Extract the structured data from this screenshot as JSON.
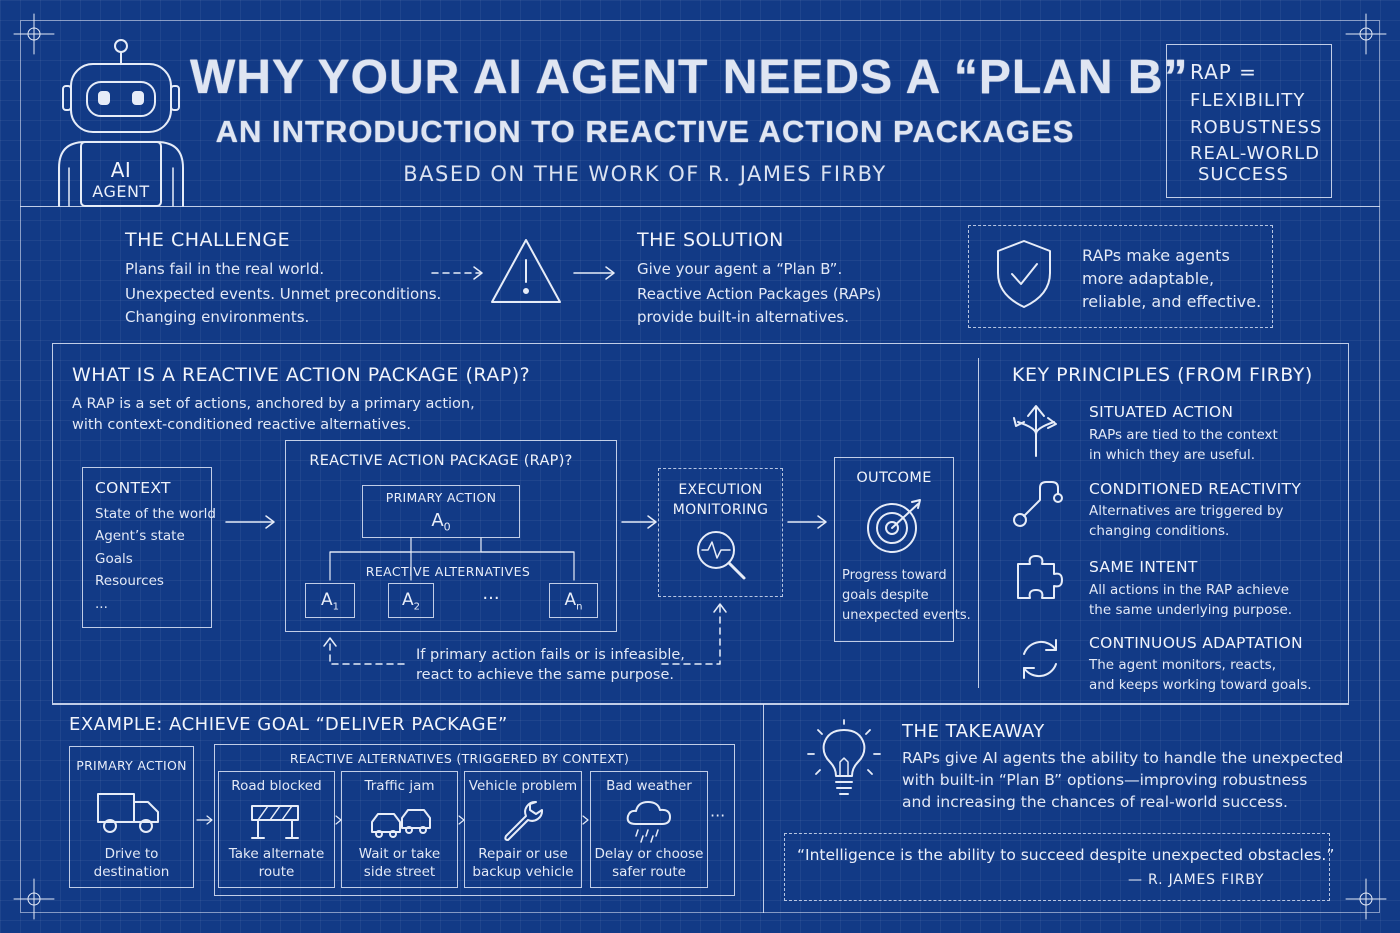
{
  "header": {
    "title": "WHY YOUR AI AGENT NEEDS A “PLAN B”",
    "subtitle": "AN INTRODUCTION TO REACTIVE ACTION PACKAGES",
    "byline": "BASED ON THE WORK OF R. JAMES FIRBY",
    "robot_label_1": "AI",
    "robot_label_2": "AGENT"
  },
  "rap_box": {
    "line1": "RAP =",
    "line2": "FLEXIBILITY",
    "line3": "ROBUSTNESS",
    "line4": "REAL-WORLD",
    "line5": "SUCCESS"
  },
  "challenge": {
    "heading": "THE CHALLENGE",
    "lines": [
      "Plans fail in the real world.",
      "Unexpected events. Unmet preconditions.",
      "Changing environments."
    ]
  },
  "solution": {
    "heading": "THE SOLUTION",
    "lines": [
      "Give your agent a “Plan B”.",
      "Reactive Action Packages (RAPs)",
      "provide built-in alternatives."
    ]
  },
  "benefit": {
    "lines": [
      "RAPs make agents",
      "more adaptable,",
      "reliable, and effective."
    ]
  },
  "what_is": {
    "heading": "WHAT IS A REACTIVE ACTION PACKAGE (RAP)?",
    "lines": [
      "A RAP is a set of actions, anchored by a primary action,",
      "with context-conditioned reactive alternatives."
    ]
  },
  "context": {
    "heading": "CONTEXT",
    "items": [
      "State of the world",
      "Agent’s state",
      "Goals",
      "Resources",
      "..."
    ]
  },
  "rap_diagram": {
    "heading": "REACTIVE ACTION PACKAGE (RAP)?",
    "primary_label": "PRIMARY ACTION",
    "primary_symbol": "A",
    "primary_sub": "0",
    "alternatives_label": "REACTIVE ALTERNATIVES",
    "alts": [
      {
        "symbol": "A",
        "sub": "1"
      },
      {
        "symbol": "A",
        "sub": "2"
      },
      {
        "symbol": "···",
        "sub": ""
      },
      {
        "symbol": "A",
        "sub": "n"
      }
    ]
  },
  "monitoring": {
    "line1": "EXECUTION",
    "line2": "MONITORING"
  },
  "outcome": {
    "heading": "OUTCOME",
    "lines": [
      "Progress toward",
      "goals despite",
      "unexpected events."
    ]
  },
  "feedback": {
    "lines": [
      "If primary action fails or is infeasible,",
      "react to achieve the same purpose."
    ]
  },
  "principles": {
    "heading": "KEY PRINCIPLES (FROM FIRBY)",
    "items": [
      {
        "title": "SITUATED ACTION",
        "lines": [
          "RAPs are tied to the context",
          "in which they are useful."
        ],
        "icon": "branching-arrows-icon"
      },
      {
        "title": "CONDITIONED REACTIVITY",
        "lines": [
          "Alternatives are triggered by",
          "changing conditions."
        ],
        "icon": "path-icon"
      },
      {
        "title": "SAME INTENT",
        "lines": [
          "All actions in the RAP achieve",
          "the same underlying purpose."
        ],
        "icon": "puzzle-icon"
      },
      {
        "title": "CONTINUOUS ADAPTATION",
        "lines": [
          "The agent monitors, reacts,",
          "and keeps working toward goals."
        ],
        "icon": "cycle-icon"
      }
    ]
  },
  "example": {
    "heading": "EXAMPLE: ACHIEVE GOAL “DELIVER PACKAGE”",
    "primary_label": "PRIMARY ACTION",
    "primary_lines": [
      "Drive to",
      "destination"
    ],
    "alternatives_label": "REACTIVE ALTERNATIVES (TRIGGERED BY CONTEXT)",
    "alts": [
      {
        "trigger": "Road blocked",
        "lines": [
          "Take alternate",
          "route"
        ],
        "icon": "roadblock-icon"
      },
      {
        "trigger": "Traffic jam",
        "lines": [
          "Wait or take",
          "side street"
        ],
        "icon": "cars-icon"
      },
      {
        "trigger": "Vehicle problem",
        "lines": [
          "Repair or use",
          "backup vehicle"
        ],
        "icon": "wrench-icon"
      },
      {
        "trigger": "Bad weather",
        "lines": [
          "Delay or choose",
          "safer route"
        ],
        "icon": "cloud-rain-icon"
      }
    ],
    "more": "···"
  },
  "takeaway": {
    "heading": "THE TAKEAWAY",
    "lines": [
      "RAPs give AI agents the ability to handle the unexpected",
      "with built-in “Plan B” options—improving robustness",
      "and increasing the chances of real-world success."
    ]
  },
  "quote": {
    "text": "“Intelligence is the ability to succeed despite unexpected obstacles.”",
    "author": "— R. JAMES FIRBY"
  }
}
